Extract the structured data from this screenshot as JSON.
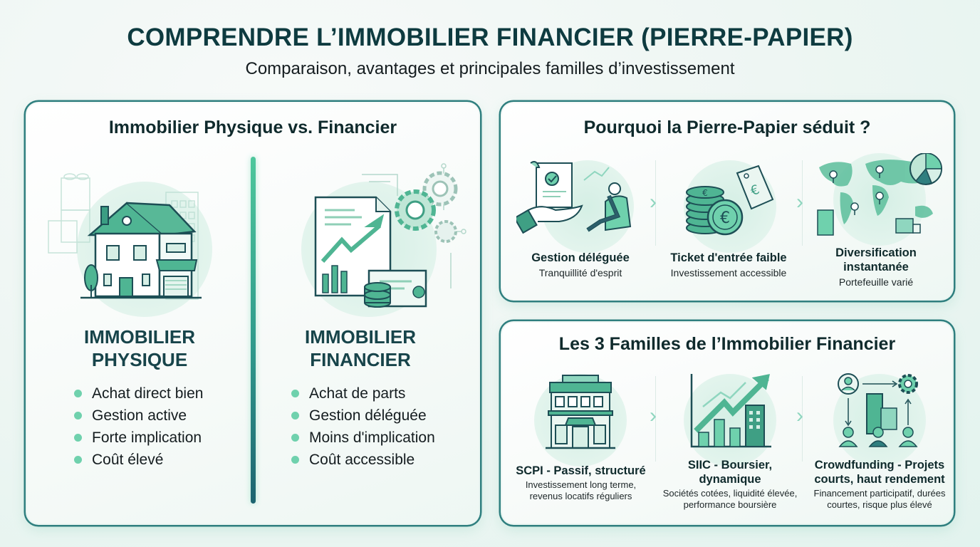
{
  "header": {
    "title": "COMPRENDRE L’IMMOBILIER FINANCIER (PIERRE-PAPIER)",
    "subtitle": "Comparaison, avantages et principales familles d’investissement"
  },
  "colors": {
    "dark_teal": "#0e3b40",
    "teal": "#2f7f7f",
    "mint": "#6fd1ad",
    "accent_green": "#4ec79c"
  },
  "comparison": {
    "title": "Immobilier Physique vs. Financier",
    "physique": {
      "icon": "house-icon",
      "title_line1": "IMMOBILIER",
      "title_line2": "PHYSIQUE",
      "bullets": [
        "Achat direct bien",
        "Gestion active",
        "Forte implication",
        "Coût élevé"
      ]
    },
    "financier": {
      "icon": "financial-document-chart-icon",
      "title_line1": "IMMOBILIER",
      "title_line2": "FINANCIER",
      "bullets": [
        "Achat de parts",
        "Gestion déléguée",
        "Moins d'implication",
        "Coût accessible"
      ]
    }
  },
  "why": {
    "title": "Pourquoi la Pierre-Papier séduit ?",
    "items": [
      {
        "icon": "relaxing-person-contract-icon",
        "title": "Gestion déléguée",
        "subtitle": "Tranquillité d'esprit"
      },
      {
        "icon": "euro-coins-tag-icon",
        "title": "Ticket d'entrée faible",
        "subtitle": "Investissement accessible"
      },
      {
        "icon": "world-map-pie-icon",
        "title": "Diversification instantanée",
        "subtitle": "Portefeuille varié"
      }
    ]
  },
  "families": {
    "title": "Les 3 Familles de l’Immobilier Financier",
    "items": [
      {
        "icon": "building-storefront-icon",
        "title": "SCPI - Passif, structuré",
        "subtitle": "Investissement long terme, revenus locatifs réguliers"
      },
      {
        "icon": "stock-chart-building-icon",
        "title": "SIIC - Boursier, dynamique",
        "subtitle": "Sociétés cotées, liquidité élevée, performance boursière"
      },
      {
        "icon": "crowdfunding-network-icon",
        "title": "Crowdfunding - Projets courts, haut rendement",
        "subtitle": "Financement participatif, durées courtes, risque plus élevé"
      }
    ]
  }
}
